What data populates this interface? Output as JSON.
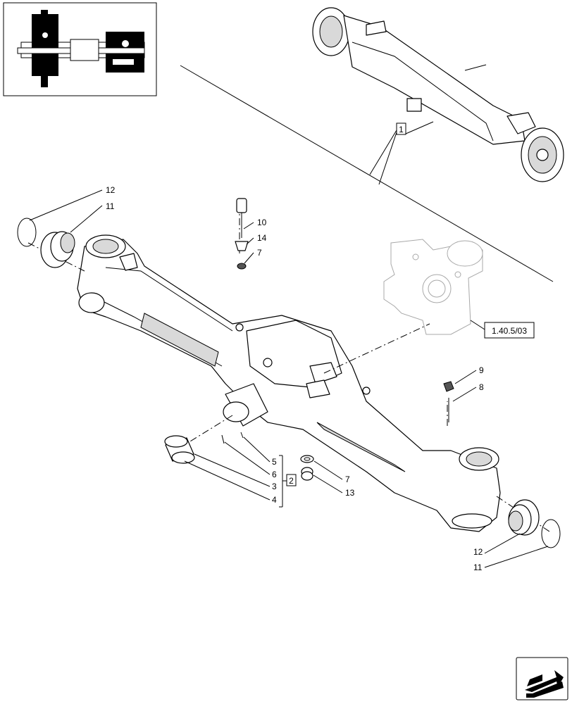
{
  "callouts": {
    "c12a": "12",
    "c11a": "11",
    "c10": "10",
    "c14": "14",
    "c7a": "7",
    "c9": "9",
    "c8": "8",
    "c5": "5",
    "c6": "6",
    "c3": "3",
    "c4": "4",
    "c7b": "7",
    "c13": "13",
    "c12b": "12",
    "c11b": "11"
  },
  "refs": {
    "assembly": "1",
    "group": "2",
    "drawing": "1.40.5/03"
  },
  "icons": {
    "thumbnail": "axle-thumbnail-icon",
    "navigation": "next-page-arrow-icon"
  }
}
